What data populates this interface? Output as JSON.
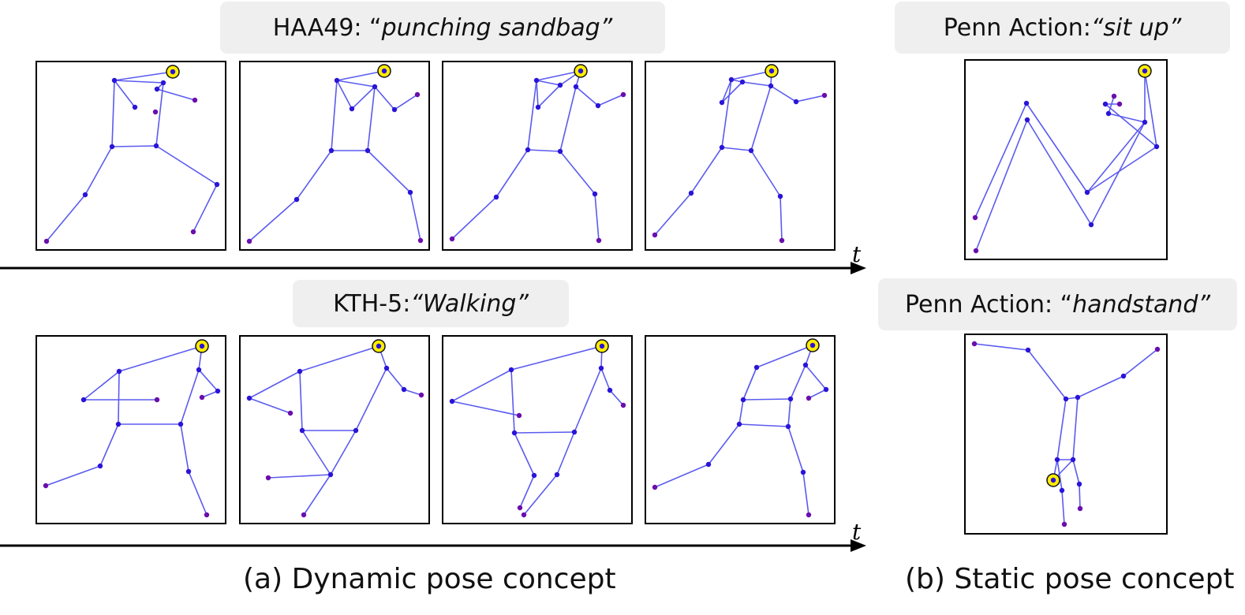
{
  "dynamic": {
    "row1_title_prefix": "HAA49: “",
    "row1_title_action": "punching sandbag",
    "row1_title_suffix": "”",
    "row2_title_prefix": "KTH-5: ",
    "row2_title_action": "“Walking”",
    "time_axis_label": "t",
    "caption": "(a) Dynamic pose concept"
  },
  "static": {
    "box1_prefix": "Penn Action: ",
    "box1_action": "“sit up”",
    "box2_prefix": "Penn Action: “",
    "box2_action": "handstand",
    "box2_suffix": "”",
    "caption": "(b) Static pose concept"
  },
  "colors": {
    "bone": "#5b5bf0",
    "joint": "#2a14d8",
    "joint_end": "#6a0dad",
    "highlight_fill": "#ffee00",
    "highlight_ring": "#111111",
    "label_bg": "#efefef"
  }
}
